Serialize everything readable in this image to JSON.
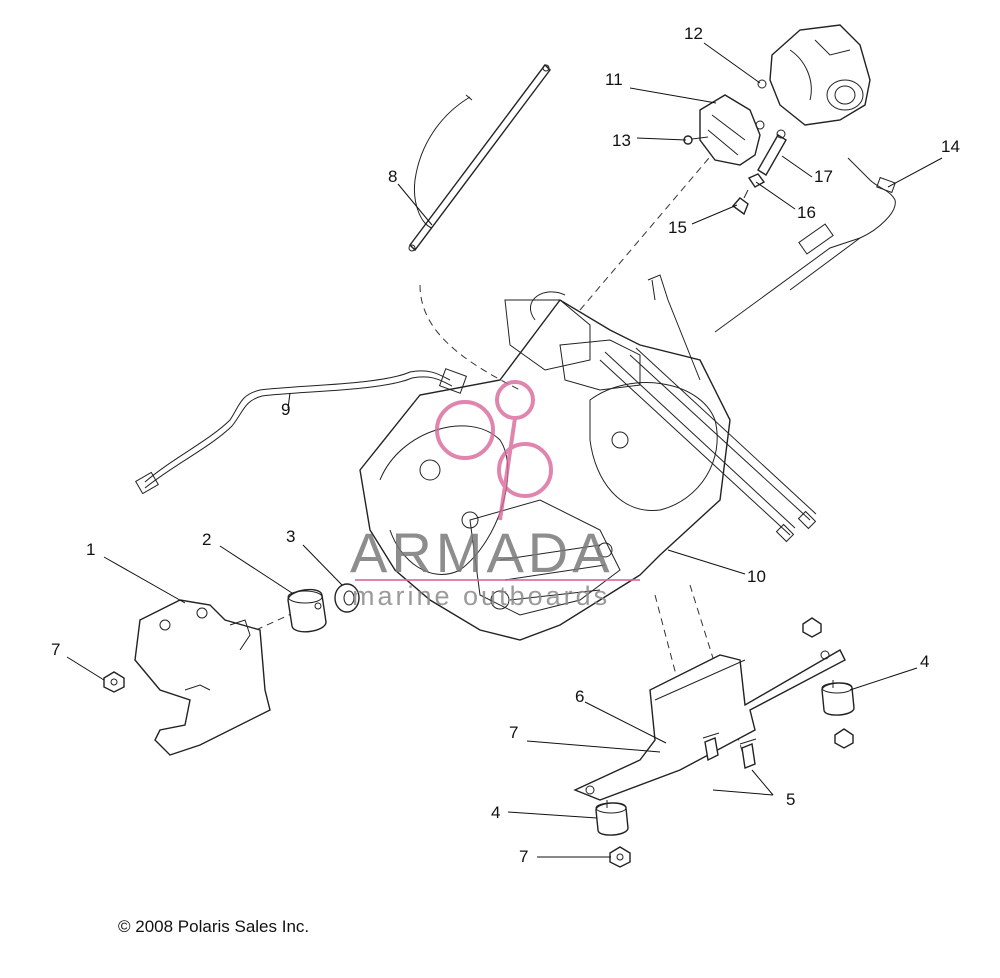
{
  "callouts": [
    {
      "id": "c1",
      "label": "1"
    },
    {
      "id": "c2",
      "label": "2"
    },
    {
      "id": "c3",
      "label": "3"
    },
    {
      "id": "c4a",
      "label": "4"
    },
    {
      "id": "c4b",
      "label": "4"
    },
    {
      "id": "c5",
      "label": "5"
    },
    {
      "id": "c6",
      "label": "6"
    },
    {
      "id": "c7a",
      "label": "7"
    },
    {
      "id": "c7b",
      "label": "7"
    },
    {
      "id": "c7c",
      "label": "7"
    },
    {
      "id": "c8",
      "label": "8"
    },
    {
      "id": "c9",
      "label": "9"
    },
    {
      "id": "c10",
      "label": "10"
    },
    {
      "id": "c11",
      "label": "11"
    },
    {
      "id": "c12",
      "label": "12"
    },
    {
      "id": "c13",
      "label": "13"
    },
    {
      "id": "c14",
      "label": "14"
    },
    {
      "id": "c15",
      "label": "15"
    },
    {
      "id": "c16",
      "label": "16"
    },
    {
      "id": "c17",
      "label": "17"
    }
  ],
  "copyright": "© 2008 Polaris Sales Inc.",
  "watermark": {
    "title": "ARMADA",
    "subtitle": "marine outboards",
    "accent_color": "#d9679b",
    "text_color": "#7a7a7a"
  }
}
